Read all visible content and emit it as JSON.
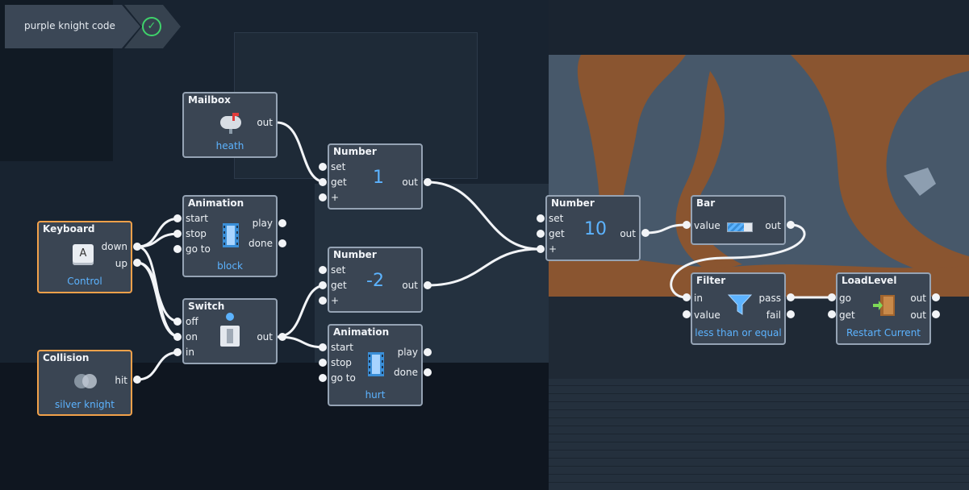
{
  "header": {
    "title": "purple knight code",
    "status_icon": "check-circle-icon"
  },
  "colors": {
    "accent_blue": "#5cb3ff",
    "event_node_border": "#f2a14a",
    "node_border": "#95a3b4",
    "check_green": "#3fd36b"
  },
  "nodes": {
    "keyboard": {
      "title": "Keyboard",
      "key": "A",
      "sub": "Control",
      "outputs": [
        "down",
        "up"
      ]
    },
    "collision": {
      "title": "Collision",
      "sub": "silver knight",
      "outputs": [
        "hit"
      ]
    },
    "mailbox": {
      "title": "Mailbox",
      "sub": "heath",
      "outputs": [
        "out"
      ]
    },
    "animation1": {
      "title": "Animation",
      "sub": "block",
      "inputs": [
        "start",
        "stop",
        "go to"
      ],
      "outputs": [
        "play",
        "done"
      ]
    },
    "switch": {
      "title": "Switch",
      "inputs": [
        "off",
        "on",
        "in"
      ],
      "outputs": [
        "out"
      ]
    },
    "number1": {
      "title": "Number",
      "value": "1",
      "inputs": [
        "set",
        "get",
        "+"
      ],
      "outputs": [
        "out"
      ]
    },
    "number2": {
      "title": "Number",
      "value": "-2",
      "inputs": [
        "set",
        "get",
        "+"
      ],
      "outputs": [
        "out"
      ]
    },
    "animation2": {
      "title": "Animation",
      "sub": "hurt",
      "inputs": [
        "start",
        "stop",
        "go to"
      ],
      "outputs": [
        "play",
        "done"
      ]
    },
    "number3": {
      "title": "Number",
      "value": "10",
      "inputs": [
        "set",
        "get",
        "+"
      ],
      "outputs": [
        "out"
      ]
    },
    "bar": {
      "title": "Bar",
      "inputs": [
        "value"
      ],
      "outputs": [
        "out"
      ]
    },
    "filter": {
      "title": "Filter",
      "sub": "less than or equal",
      "inputs": [
        "in",
        "value"
      ],
      "outputs": [
        "pass",
        "fail"
      ]
    },
    "loadlevel": {
      "title": "LoadLevel",
      "sub": "Restart Current",
      "inputs": [
        "go",
        "get"
      ],
      "outputs": [
        "out",
        "out"
      ]
    }
  }
}
